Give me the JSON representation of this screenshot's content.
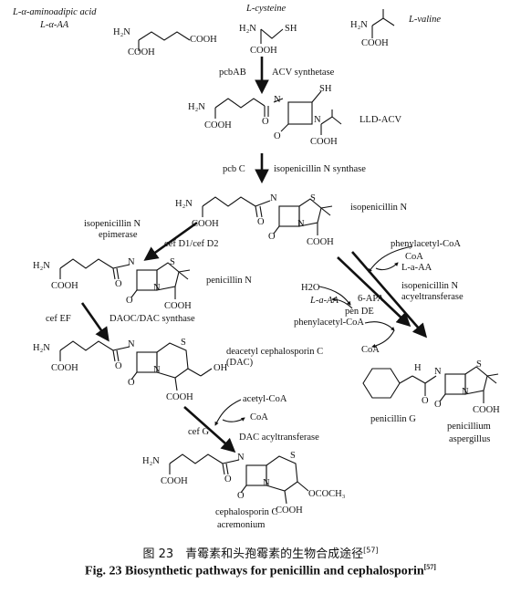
{
  "diagram": {
    "substrates": {
      "aminoadipic_name": "L-α-aminoadipic acid",
      "aminoadipic_abbr": "L-α-AA",
      "cysteine": "L-cysteine",
      "valine": "L-valine"
    },
    "compounds": {
      "llacv": "LLD-ACV",
      "isopenicillin_n": "isopenicillin N",
      "penicillin_n": "penicillin N",
      "dac_name": "deacetyl cephalosporin C",
      "dac_abbr": "(DAC)",
      "penicillin_g": "penicillin G",
      "cephalosporin_c": "cephalosporin C"
    },
    "organisms": {
      "acremonium": "acremonium",
      "penicillium_1": "penicillium",
      "penicillium_2": "aspergillus"
    },
    "genes": {
      "pcbab": "pcbAB",
      "pcbc": "pcb C",
      "cefd": "cef D1/cef D2",
      "cefef": "cef EF",
      "cefg": "cef G",
      "pende": "pen DE"
    },
    "enzymes": {
      "acv_synthetase": "ACV synthetase",
      "ipn_synthase": "isopenicillin N synthase",
      "epimerase_1": "isopenicillin N",
      "epimerase_2": "epimerase",
      "daoc_synthase": "DAOC/DAC synthase",
      "dac_acyltransferase": "DAC acyltransferase",
      "ipn_acyl_1": "isopenicillin N",
      "ipn_acyl_2": "acyeltransferase"
    },
    "cofactors": {
      "phenylacetyl_coa_top": "phenylacetyl-CoA",
      "coa_top": "CoA",
      "laaa_top": "L-a-AA",
      "h2o": "H2O",
      "laaa_left": "L-a-AA",
      "six_apa": "6-APA",
      "phenylacetyl_coa_mid": "phenylacetyl-CoA",
      "coa_mid": "CoA",
      "acetyl_coa": "acetyl-CoA",
      "coa_bottom": "CoA"
    },
    "groups": {
      "h2n": "H₂N",
      "cooh": "COOH",
      "sh": "SH",
      "ococh3": "OCOCH₃",
      "oh": "OH",
      "s": "S",
      "n": "N",
      "h": "H",
      "o": "O"
    }
  },
  "caption": {
    "chinese": "图 23　青霉素和头孢霉素的生物合成途径",
    "chinese_ref": "[57]",
    "english": "Fig. 23   Biosynthetic pathways for penicillin and cephalosporin",
    "english_ref": "[57]"
  }
}
